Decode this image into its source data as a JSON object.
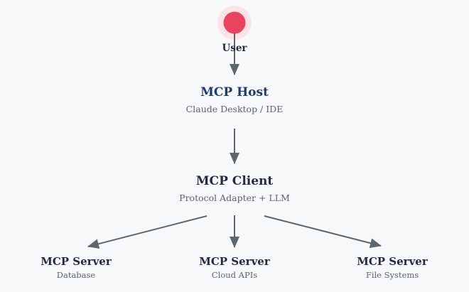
{
  "colors": {
    "background": "#f7f8fa",
    "user_fill": "#e8435f",
    "user_halo": "#fbe3e8",
    "arrow": "#5c666e",
    "heading": "#232946",
    "host_heading": "#1d3c6e",
    "subtitle": "#5c6370"
  },
  "nodes": {
    "user": {
      "label": "User"
    },
    "host": {
      "title": "MCP Host",
      "subtitle": "Claude Desktop / IDE"
    },
    "client": {
      "title": "MCP Client",
      "subtitle": "Protocol Adapter + LLM"
    },
    "servers": [
      {
        "title": "MCP Server",
        "subtitle": "Database"
      },
      {
        "title": "MCP Server",
        "subtitle": "Cloud APIs"
      },
      {
        "title": "MCP Server",
        "subtitle": "File Systems"
      }
    ]
  }
}
